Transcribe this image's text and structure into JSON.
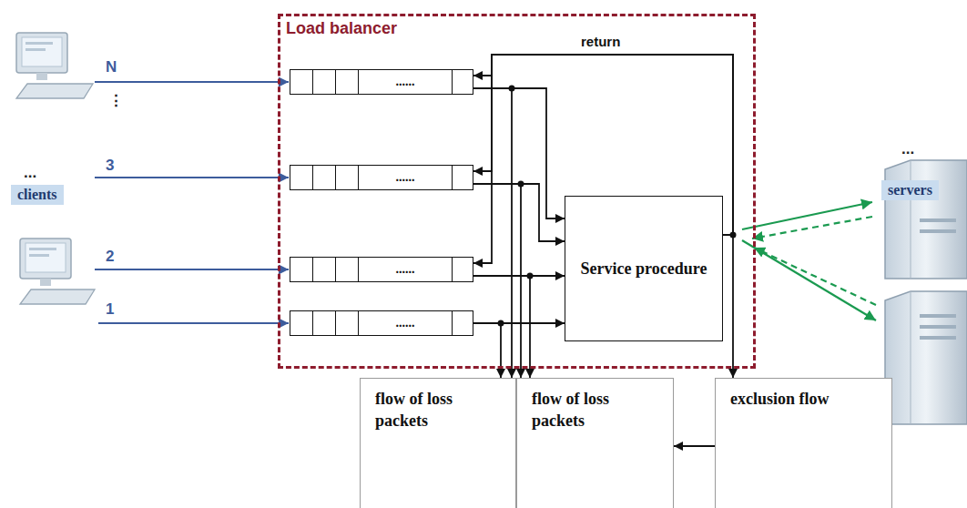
{
  "diagram": {
    "nodes": [
      {
        "text": [
          "Load balancer"
        ]
      },
      {
        "text": [
          "......"
        ],
        "in": 0
      },
      {
        "text": [
          "......"
        ],
        "in": 0
      },
      {
        "text": [
          "......"
        ],
        "in": 0
      },
      {
        "text": [
          "......"
        ],
        "in": 0
      },
      {
        "text": [
          "Service procedure"
        ],
        "in": 0
      },
      {
        "text": [
          "clients"
        ]
      },
      {
        "text": [
          "servers"
        ]
      },
      {
        "text": [
          "flow of loss packets"
        ]
      },
      {
        "text": [
          "flow of loss packets"
        ]
      },
      {
        "text": [
          "exclusion flow"
        ]
      }
    ],
    "edges": [
      {
        "from": 1,
        "to": 5,
        "arrow": "to"
      },
      {
        "from": 2,
        "to": 5,
        "arrow": "to"
      },
      {
        "from": 3,
        "to": 5,
        "arrow": "to"
      },
      {
        "from": 4,
        "to": 5,
        "arrow": "to"
      },
      {
        "from": 5,
        "to": 1,
        "arrow": "to"
      },
      {
        "from": 5,
        "to": 2,
        "arrow": "to"
      },
      {
        "from": 5,
        "to": 3,
        "arrow": "to"
      },
      {
        "from": 1,
        "to": 8,
        "arrow": "to"
      },
      {
        "from": 4,
        "to": 8,
        "arrow": "to"
      },
      {
        "from": 2,
        "to": 9,
        "arrow": "to"
      },
      {
        "from": 3,
        "to": 9,
        "arrow": "to"
      },
      {
        "from": 5,
        "to": 10,
        "arrow": "to"
      },
      {
        "from": 10,
        "to": 9,
        "arrow": "to"
      }
    ],
    "labels": [
      "N",
      "⋮",
      "...",
      "3",
      "2",
      "1",
      "return",
      "..."
    ]
  }
}
